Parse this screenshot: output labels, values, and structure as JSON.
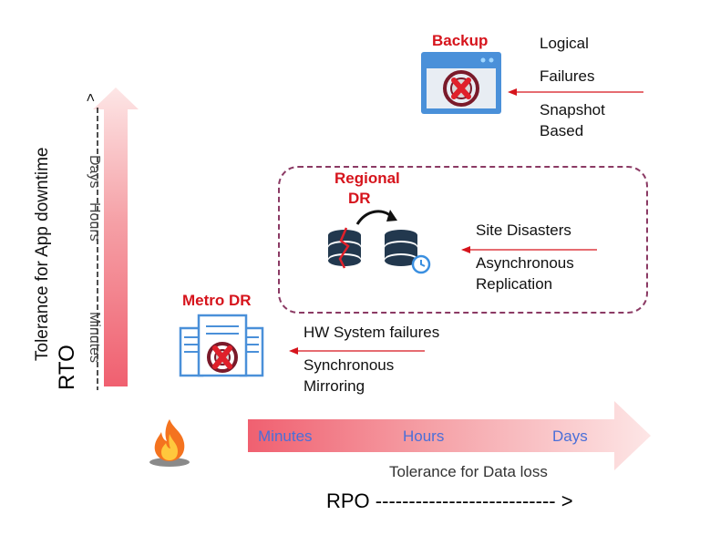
{
  "backup": {
    "title": "Backup",
    "line1": "Logical",
    "line2": "Failures",
    "line3": "Snapshot",
    "line4": "Based"
  },
  "regional": {
    "title_line1": "Regional",
    "title_line2": "DR",
    "line1": "Site Disasters",
    "line2": "Asynchronous",
    "line3": "Replication"
  },
  "metro": {
    "title": "Metro DR",
    "line1": "HW System failures",
    "line2": "Synchronous",
    "line3": "Mirroring"
  },
  "rto_axis": {
    "title": "Tolerance for App downtime",
    "label": "RTO",
    "caret": ">",
    "ticks": [
      "Days",
      "Hours",
      "Minutes"
    ]
  },
  "rpo_axis": {
    "title": "Tolerance for Data loss",
    "label": "RPO --------------------------- >",
    "ticks": [
      "Minutes",
      "Hours",
      "Days"
    ]
  },
  "colors": {
    "accent_red": "#d6141c",
    "tick_blue": "#4a6fd8",
    "box_dash": "#8b3a64",
    "icon_blue": "#4a90d9"
  }
}
